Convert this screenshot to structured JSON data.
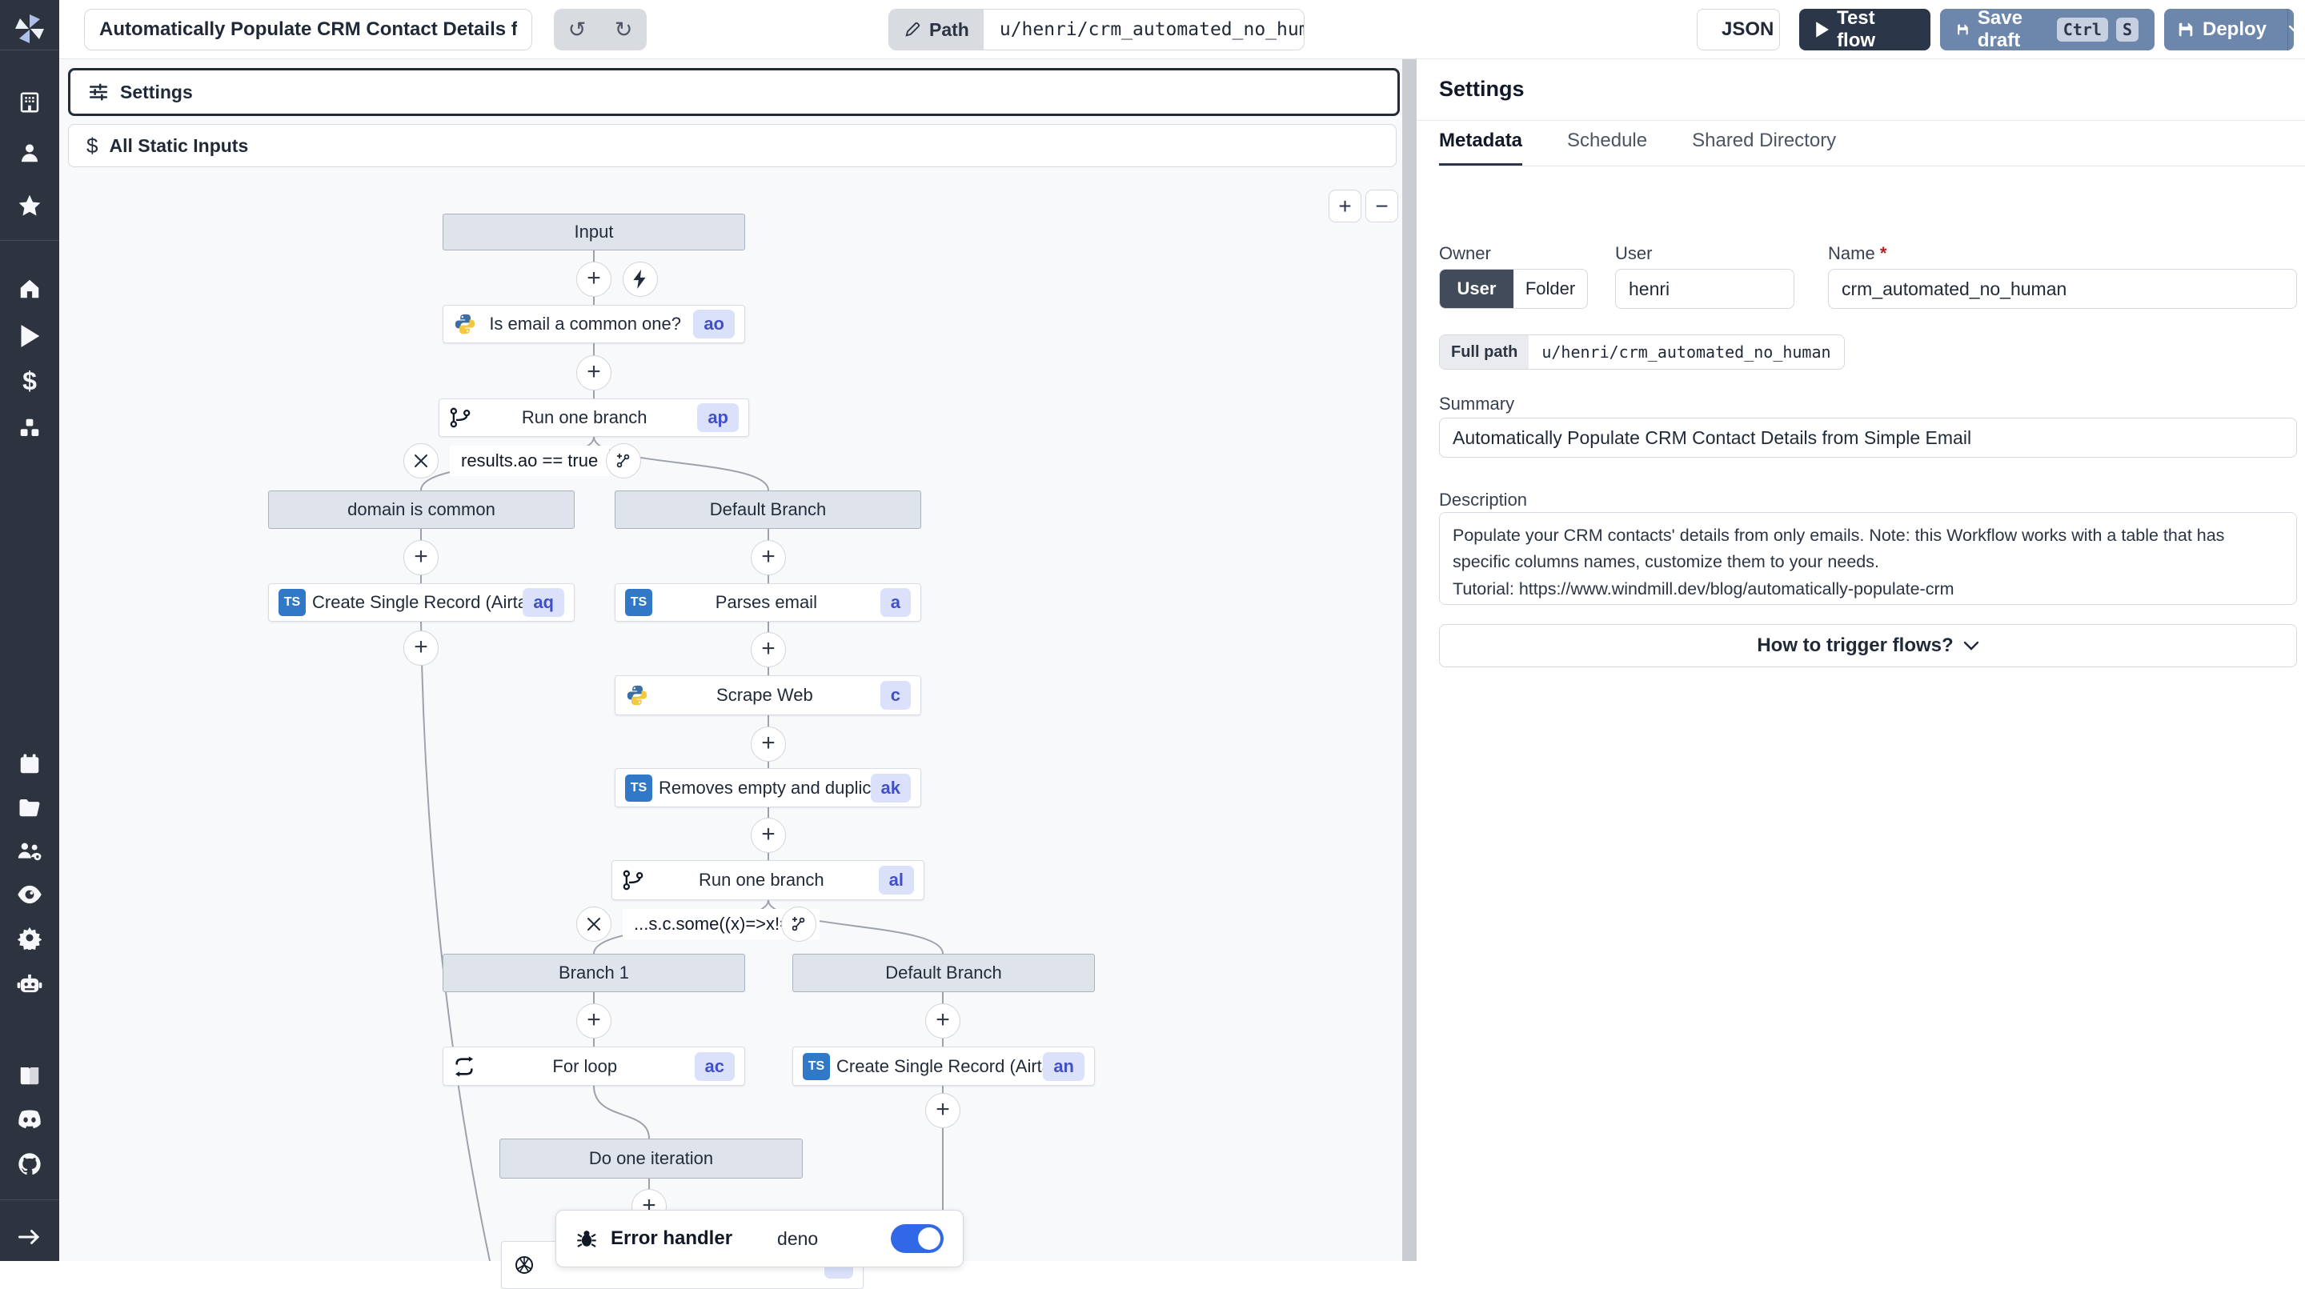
{
  "topbar": {
    "title_value": "Automatically Populate CRM Contact Details from",
    "path_label": "Path",
    "path_value": "u/henri/crm_automated_no_human",
    "json_label": "JSON",
    "test_flow_label": "Test flow",
    "save_draft_label": "Save draft",
    "kbd": [
      "Ctrl",
      "S"
    ],
    "deploy_label": "Deploy"
  },
  "glyphs": {
    "plus": "+",
    "ts": "TS",
    "dollar": "$",
    "undo": "↺",
    "redo": "↻",
    "zoom_in": "+",
    "zoom_out": "−"
  },
  "canvas": {
    "settings_bar": "Settings",
    "static_inputs_bar": "All Static Inputs",
    "nodes": {
      "input": {
        "label": "Input"
      },
      "is_email": {
        "label": "Is email a common one?",
        "badge": "ao"
      },
      "run_branch_1": {
        "label": "Run one branch",
        "badge": "ap"
      },
      "cond_1": {
        "label": "results.ao == true"
      },
      "domain_common": {
        "label": "domain is common"
      },
      "default_branch_1": {
        "label": "Default Branch"
      },
      "create_record_1": {
        "label": "Create Single Record (Airtable)",
        "badge": "aq"
      },
      "parses_email": {
        "label": "Parses email",
        "badge": "a"
      },
      "scrape_web": {
        "label": "Scrape Web",
        "badge": "c"
      },
      "removes_empty": {
        "label": "Removes empty and duplicates",
        "badge": "ak"
      },
      "run_branch_2": {
        "label": "Run one branch",
        "badge": "al"
      },
      "cond_2": {
        "label": "...s.c.some((x)=>x!=\"\")"
      },
      "branch_1": {
        "label": "Branch 1"
      },
      "default_branch_2": {
        "label": "Default Branch"
      },
      "for_loop": {
        "label": "For loop",
        "badge": "ac"
      },
      "create_record_2": {
        "label": "Create Single Record (Airtable)",
        "badge": "an"
      },
      "do_one_iteration": {
        "label": "Do one iteration"
      }
    },
    "error_handler": {
      "label": "Error handler",
      "runtime": "deno"
    }
  },
  "panel": {
    "title": "Settings",
    "tabs": [
      "Metadata",
      "Schedule",
      "Shared Directory"
    ],
    "owner_label": "Owner",
    "owner_user": "User",
    "owner_folder": "Folder",
    "user_label": "User",
    "user_value": "henri",
    "name_label": "Name",
    "name_required": "*",
    "name_value": "crm_automated_no_human",
    "full_path_label": "Full path",
    "full_path_value": "u/henri/crm_automated_no_human",
    "summary_label": "Summary",
    "summary_value": "Automatically Populate CRM Contact Details from Simple Email",
    "description_label": "Description",
    "description_value": "Populate your CRM contacts' details from only emails. Note: this Workflow works with a table that has specific columns names, customize them to your needs.\nTutorial: https://www.windmill.dev/blog/automatically-populate-crm",
    "how_to_trigger": "How to trigger flows?"
  }
}
